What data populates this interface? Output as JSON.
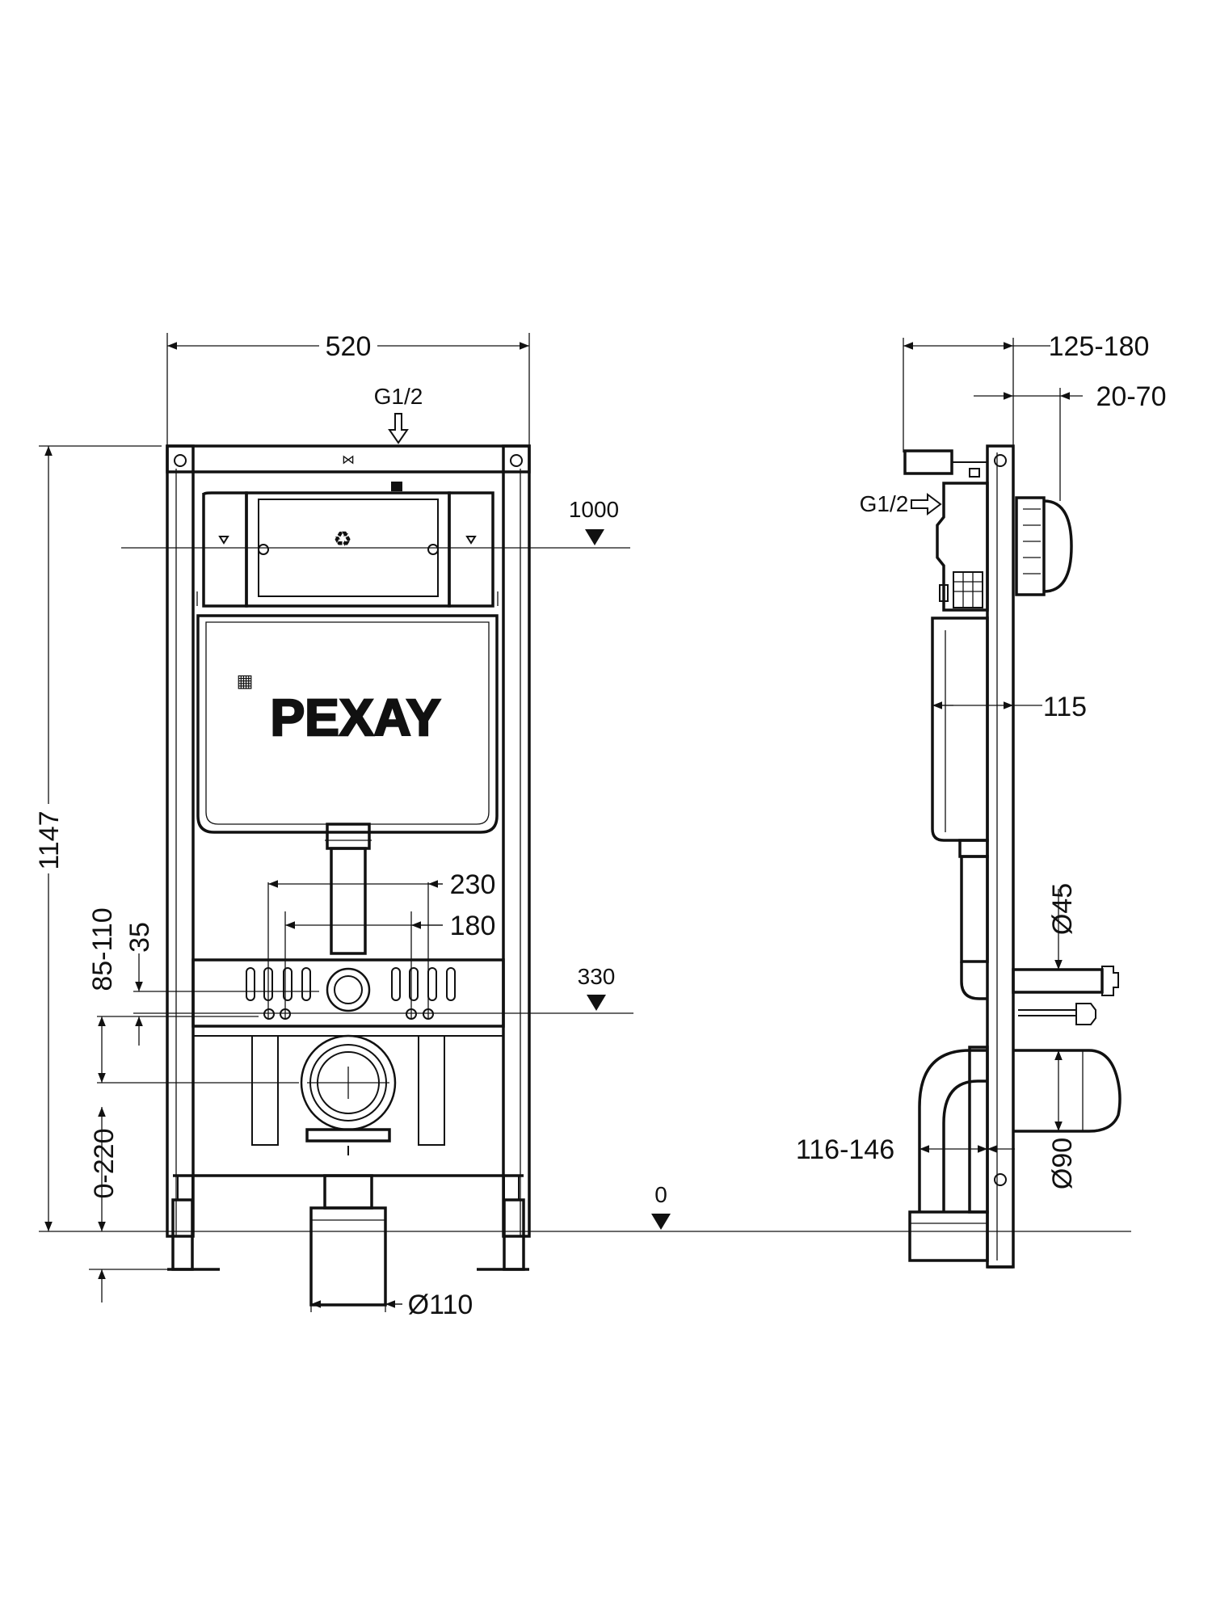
{
  "front_view": {
    "width": "520",
    "inlet": "G1/2",
    "level_1000": "1000",
    "total_height": "1147",
    "logo": "PEXAY",
    "stud_spacing_outer": "230",
    "stud_spacing_inner": "180",
    "side_dim_1": "35",
    "side_dim_2": "85-110",
    "level_330": "330",
    "leg_adjust": "0-220",
    "level_0": "0",
    "drain_diameter": "Ø110"
  },
  "side_view": {
    "depth_range": "125-180",
    "button_offset": "20-70",
    "inlet": "G1/2",
    "tank_depth": "115",
    "flush_pipe_diameter": "Ø45",
    "bowl_offset": "116-146",
    "outlet_diameter": "Ø90"
  },
  "colors": {
    "line": "#111111",
    "background": "#ffffff"
  }
}
